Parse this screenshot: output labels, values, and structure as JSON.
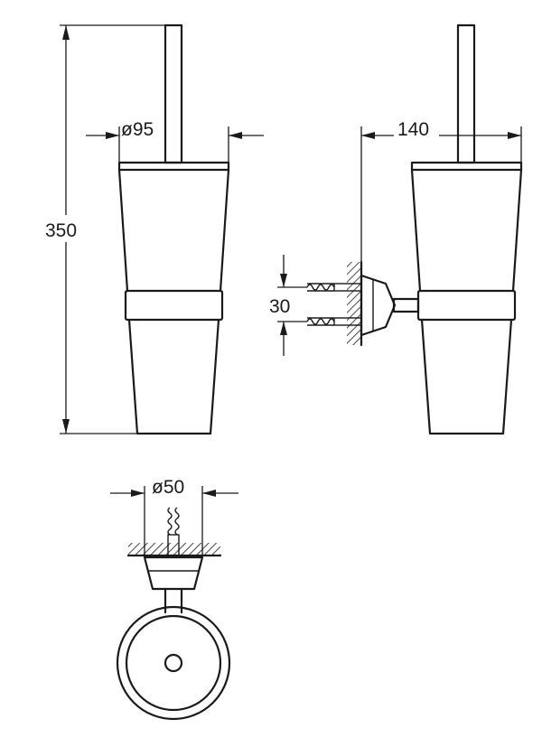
{
  "dimensions": {
    "height": "350",
    "diameter_cup": "ø95",
    "depth": "140",
    "bracket_spacing": "30",
    "diameter_mount": "ø50"
  },
  "colors": {
    "line": "#1a1a1a",
    "background": "#ffffff"
  }
}
